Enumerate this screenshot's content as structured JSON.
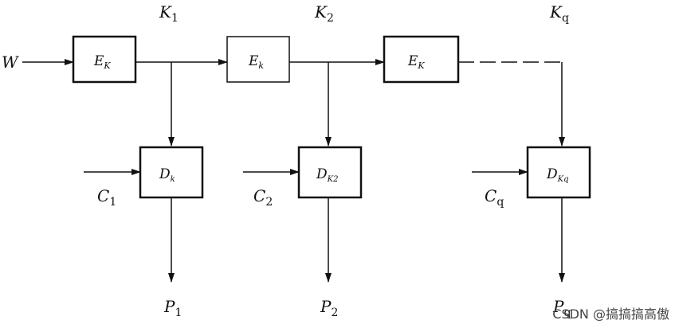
{
  "input_label": {
    "base": "W",
    "sub": ""
  },
  "top_labels": [
    {
      "base": "K",
      "sub": "1"
    },
    {
      "base": "K",
      "sub": "2"
    },
    {
      "base": "K",
      "sub": "q"
    }
  ],
  "e_blocks": [
    {
      "base": "E",
      "sub": "K"
    },
    {
      "base": "E",
      "sub": "k"
    },
    {
      "base": "E",
      "sub": "K"
    }
  ],
  "d_blocks": [
    {
      "base": "D",
      "sub": "k"
    },
    {
      "base": "D",
      "sub": "K2"
    },
    {
      "base": "D",
      "sub": "Kq"
    }
  ],
  "c_labels": [
    {
      "base": "C",
      "sub": "1"
    },
    {
      "base": "C",
      "sub": "2"
    },
    {
      "base": "C",
      "sub": "q"
    }
  ],
  "p_labels": [
    {
      "base": "P",
      "sub": "1"
    },
    {
      "base": "P",
      "sub": "2"
    },
    {
      "base": "P",
      "sub": "q"
    }
  ],
  "watermark": "CSDN @搞搞搞高傲"
}
